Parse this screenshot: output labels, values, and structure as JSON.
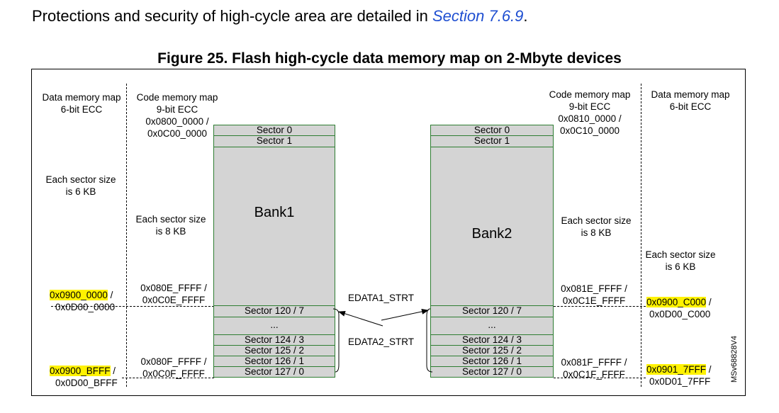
{
  "intro": {
    "text": "Protections and security of high-cycle area are detailed in ",
    "link": "Section 7.6.9",
    "end": "."
  },
  "figure_title": "Figure 25. Flash high-cycle data memory map on 2-Mbyte devices",
  "left": {
    "data_map_1": "Data memory map",
    "data_map_2": "6-bit ECC",
    "code_map_1": "Code memory map",
    "code_map_2": "9-bit ECC",
    "start_1": "0x0800_0000 /",
    "start_2": "0x0C00_0000",
    "data_sector_size_1": "Each sector size",
    "data_sector_size_2": "is 6 KB",
    "code_sector_size_1": "Each sector size",
    "code_sector_size_2": "is 8 KB",
    "addr_e_1": "0x080E_FFFF /",
    "addr_e_2": "0x0C0E_FFFF",
    "addr_f_1": "0x080F_FFFF /",
    "addr_f_2": "0x0C0F_FFFF",
    "data_start_hl": "0x0900_0000",
    "data_start_sep": " /",
    "data_start_2": "0x0D00_0000",
    "data_end_hl": "0x0900_BFFF",
    "data_end_sep": " /",
    "data_end_2": "0x0D00_BFFF"
  },
  "bank1": {
    "name": "Bank1",
    "sector_0": "Sector 0",
    "sector_1": "Sector 1",
    "sector_120": "Sector 120 / 7",
    "ellipsis": "...",
    "sector_124": "Sector 124 / 3",
    "sector_125": "Sector 125 / 2",
    "sector_126": "Sector 126 / 1",
    "sector_127": "Sector 127 / 0"
  },
  "bank2": {
    "name": "Bank2",
    "sector_0": "Sector 0",
    "sector_1": "Sector 1",
    "sector_120": "Sector 120 / 7",
    "ellipsis": "...",
    "sector_124": "Sector 124 / 3",
    "sector_125": "Sector 125 / 2",
    "sector_126": "Sector 126 / 1",
    "sector_127": "Sector 127 / 0"
  },
  "middle": {
    "edata1": "EDATA1_STRT",
    "edata2": "EDATA2_STRT"
  },
  "right": {
    "code_map_1": "Code memory map",
    "code_map_2": "9-bit ECC",
    "data_map_1": "Data  memory map",
    "data_map_2": "6-bit ECC",
    "start_1": "0x0810_0000 /",
    "start_2": "0x0C10_0000",
    "code_sector_size_1": "Each sector size",
    "code_sector_size_2": "is 8 KB",
    "data_sector_size_1": "Each sector size",
    "data_sector_size_2": "is 6 KB",
    "addr_e_1": "0x081E_FFFF /",
    "addr_e_2": "0x0C1E_FFFF",
    "addr_f_1": "0x081F_FFFF /",
    "addr_f_2": "0x0C1F_FFFF",
    "data_start_hl": "0x0900_C000",
    "data_start_sep": " /",
    "data_start_2": "0x0D00_C000",
    "data_end_hl": "0x0901_7FFF",
    "data_end_sep": " /",
    "data_end_2": "0x0D01_7FFF"
  },
  "figure_id": "MSv68828V4",
  "colors": {
    "highlight": "#fff200",
    "cell_fill": "#d4d4d4",
    "cell_border": "#2e7d32",
    "link": "#1f4fd1"
  }
}
